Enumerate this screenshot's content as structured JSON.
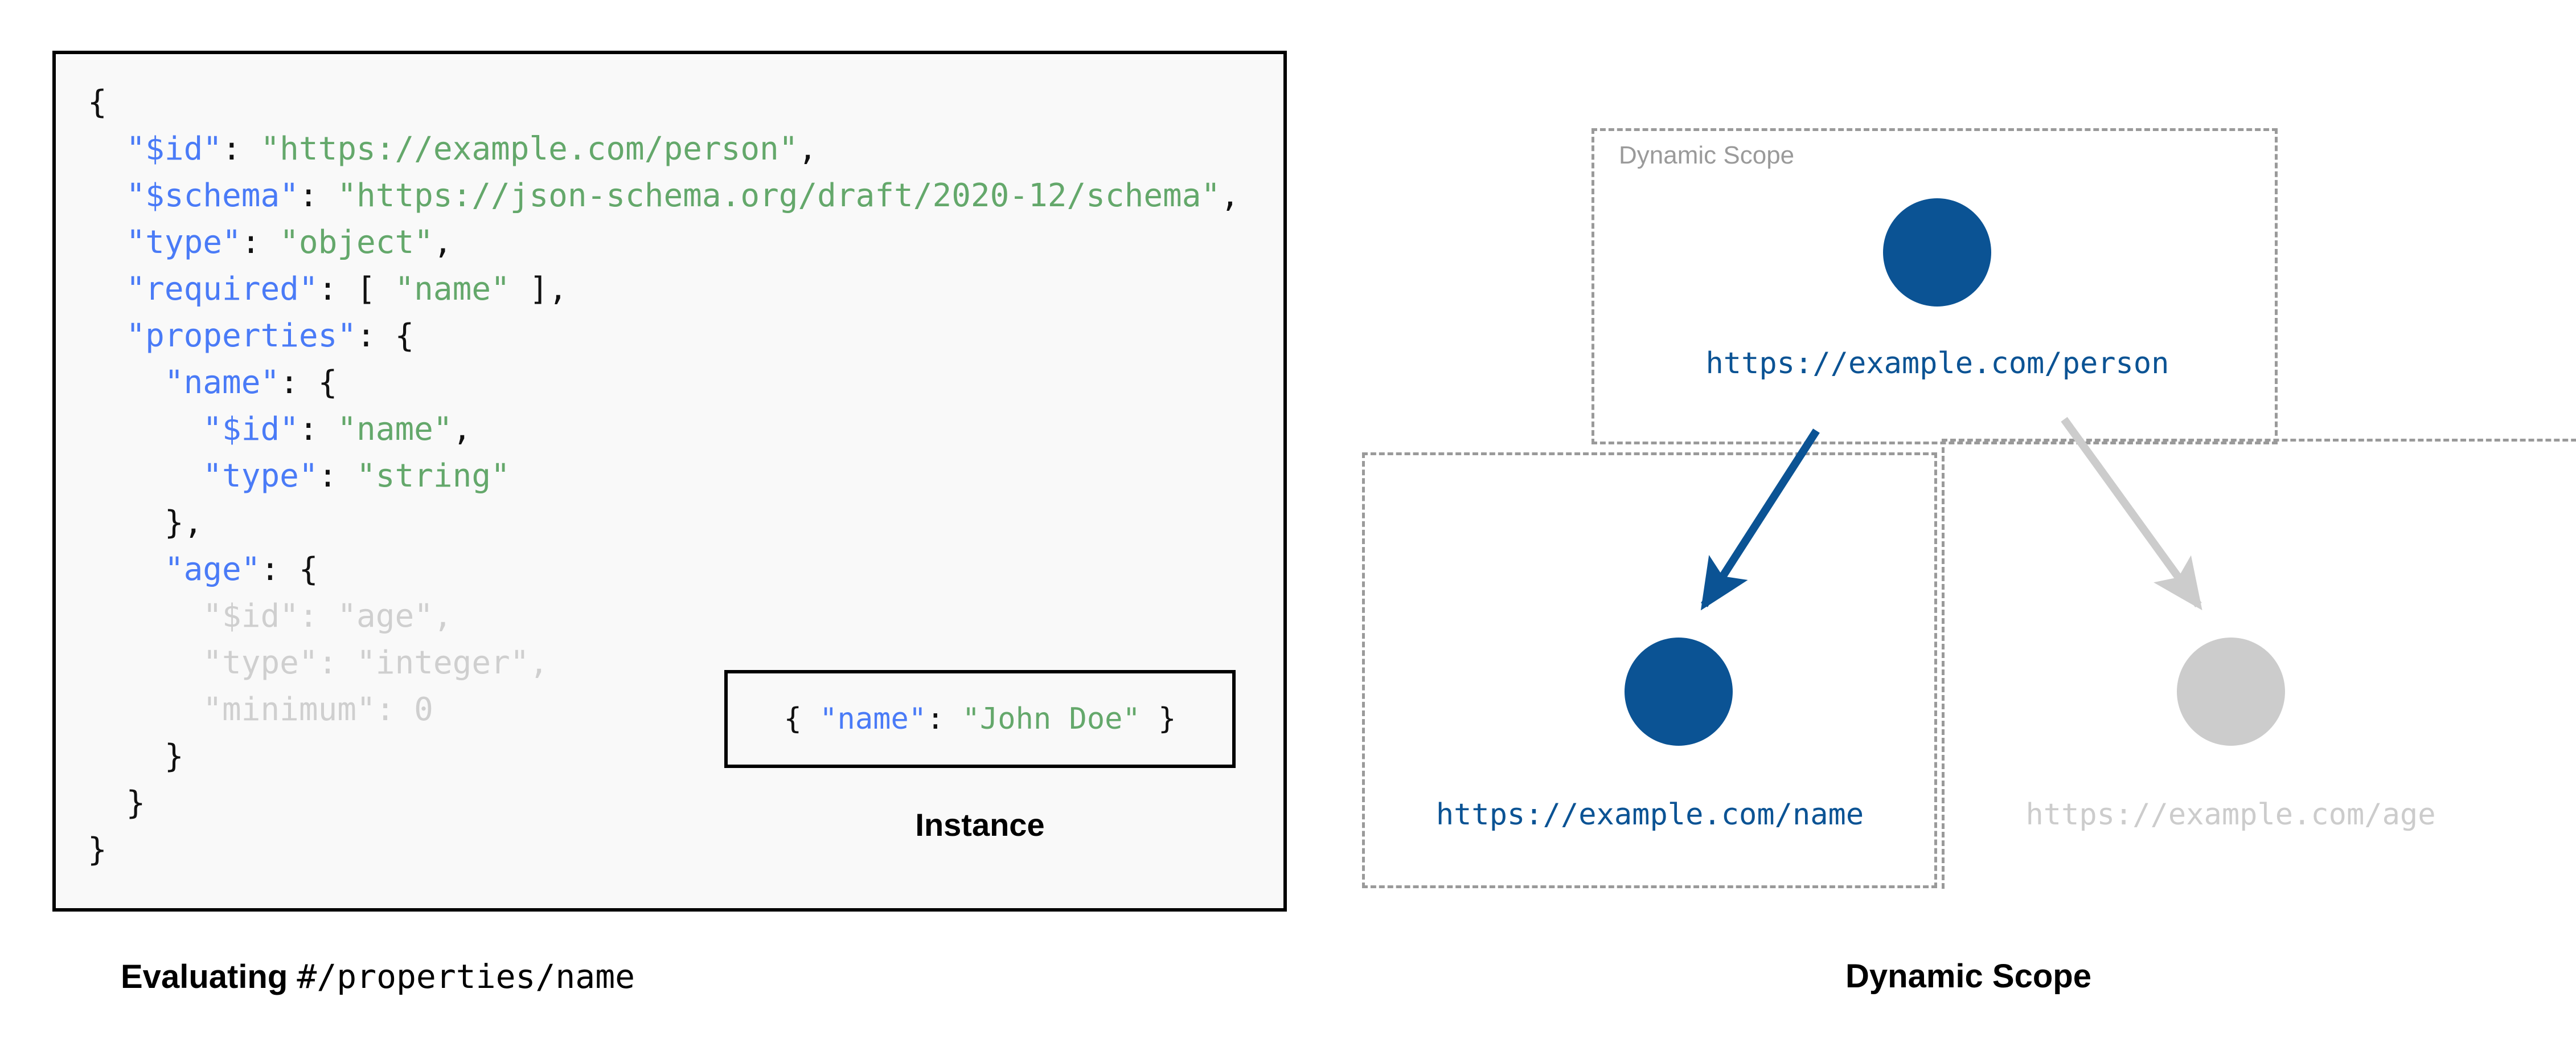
{
  "left_panel": {
    "name": "json-schema-source",
    "code_lines": [
      {
        "indent": 0,
        "parts": [
          {
            "t": "{",
            "c": "pun"
          }
        ],
        "dim": false
      },
      {
        "indent": 1,
        "parts": [
          {
            "t": "\"$id\"",
            "c": "key"
          },
          {
            "t": ": ",
            "c": "pun"
          },
          {
            "t": "\"https://example.com/person\"",
            "c": "str"
          },
          {
            "t": ",",
            "c": "pun"
          }
        ],
        "dim": false
      },
      {
        "indent": 1,
        "parts": [
          {
            "t": "\"$schema\"",
            "c": "key"
          },
          {
            "t": ": ",
            "c": "pun"
          },
          {
            "t": "\"https://json-schema.org/draft/2020-12/schema\"",
            "c": "str"
          },
          {
            "t": ",",
            "c": "pun"
          }
        ],
        "dim": false
      },
      {
        "indent": 1,
        "parts": [
          {
            "t": "\"type\"",
            "c": "key"
          },
          {
            "t": ": ",
            "c": "pun"
          },
          {
            "t": "\"object\"",
            "c": "str"
          },
          {
            "t": ",",
            "c": "pun"
          }
        ],
        "dim": false
      },
      {
        "indent": 1,
        "parts": [
          {
            "t": "\"required\"",
            "c": "key"
          },
          {
            "t": ": [ ",
            "c": "pun"
          },
          {
            "t": "\"name\"",
            "c": "str"
          },
          {
            "t": " ],",
            "c": "pun"
          }
        ],
        "dim": false
      },
      {
        "indent": 1,
        "parts": [
          {
            "t": "\"properties\"",
            "c": "key"
          },
          {
            "t": ": {",
            "c": "pun"
          }
        ],
        "dim": false
      },
      {
        "indent": 2,
        "parts": [
          {
            "t": "\"name\"",
            "c": "key"
          },
          {
            "t": ": {",
            "c": "pun"
          }
        ],
        "dim": false
      },
      {
        "indent": 3,
        "parts": [
          {
            "t": "\"$id\"",
            "c": "key"
          },
          {
            "t": ": ",
            "c": "pun"
          },
          {
            "t": "\"name\"",
            "c": "str"
          },
          {
            "t": ",",
            "c": "pun"
          }
        ],
        "dim": false
      },
      {
        "indent": 3,
        "parts": [
          {
            "t": "\"type\"",
            "c": "key"
          },
          {
            "t": ": ",
            "c": "pun"
          },
          {
            "t": "\"string\"",
            "c": "str"
          }
        ],
        "dim": false
      },
      {
        "indent": 2,
        "parts": [
          {
            "t": "},",
            "c": "pun"
          }
        ],
        "dim": false
      },
      {
        "indent": 2,
        "parts": [
          {
            "t": "\"age\"",
            "c": "key"
          },
          {
            "t": ": {",
            "c": "pun"
          }
        ],
        "dim": false
      },
      {
        "indent": 3,
        "parts": [
          {
            "t": "\"$id\"",
            "c": "key"
          },
          {
            "t": ": ",
            "c": "pun"
          },
          {
            "t": "\"age\"",
            "c": "str"
          },
          {
            "t": ",",
            "c": "pun"
          }
        ],
        "dim": true
      },
      {
        "indent": 3,
        "parts": [
          {
            "t": "\"type\"",
            "c": "key"
          },
          {
            "t": ": ",
            "c": "pun"
          },
          {
            "t": "\"integer\"",
            "c": "str"
          },
          {
            "t": ",",
            "c": "pun"
          }
        ],
        "dim": true
      },
      {
        "indent": 3,
        "parts": [
          {
            "t": "\"minimum\"",
            "c": "key"
          },
          {
            "t": ": 0",
            "c": "pun"
          }
        ],
        "dim": true
      },
      {
        "indent": 2,
        "parts": [
          {
            "t": "}",
            "c": "pun"
          }
        ],
        "dim": false
      },
      {
        "indent": 1,
        "parts": [
          {
            "t": "}",
            "c": "pun"
          }
        ],
        "dim": false
      },
      {
        "indent": 0,
        "parts": [
          {
            "t": "}",
            "c": "pun"
          }
        ],
        "dim": false
      }
    ],
    "caption_bold": "Evaluating ",
    "caption_mono": "#/properties/name"
  },
  "instance": {
    "code_parts": [
      {
        "t": "{ ",
        "c": "pun"
      },
      {
        "t": "\"name\"",
        "c": "key"
      },
      {
        "t": ": ",
        "c": "pun"
      },
      {
        "t": "\"John Doe\"",
        "c": "str"
      },
      {
        "t": " }",
        "c": "pun"
      }
    ],
    "caption": "Instance"
  },
  "diagram": {
    "scope_label": "Dynamic Scope",
    "caption": "Dynamic Scope",
    "nodes": [
      {
        "id": "person",
        "label": "https://example.com/person",
        "color": "#0b5394",
        "active": true
      },
      {
        "id": "name",
        "label": "https://example.com/name",
        "color": "#0b5394",
        "active": true
      },
      {
        "id": "age",
        "label": "https://example.com/age",
        "color": "#cccccc",
        "active": false
      }
    ],
    "edges": [
      {
        "from": "person",
        "to": "name",
        "color": "#0b5394"
      },
      {
        "from": "person",
        "to": "age",
        "color": "#cccccc"
      }
    ]
  },
  "colors": {
    "accent_blue": "#0b5394",
    "muted_grey": "#cccccc",
    "dash_grey": "#9a9a9a",
    "key_blue": "#4a7bf7",
    "string_green": "#64a86b",
    "panel_bg": "#f9f9f9"
  }
}
